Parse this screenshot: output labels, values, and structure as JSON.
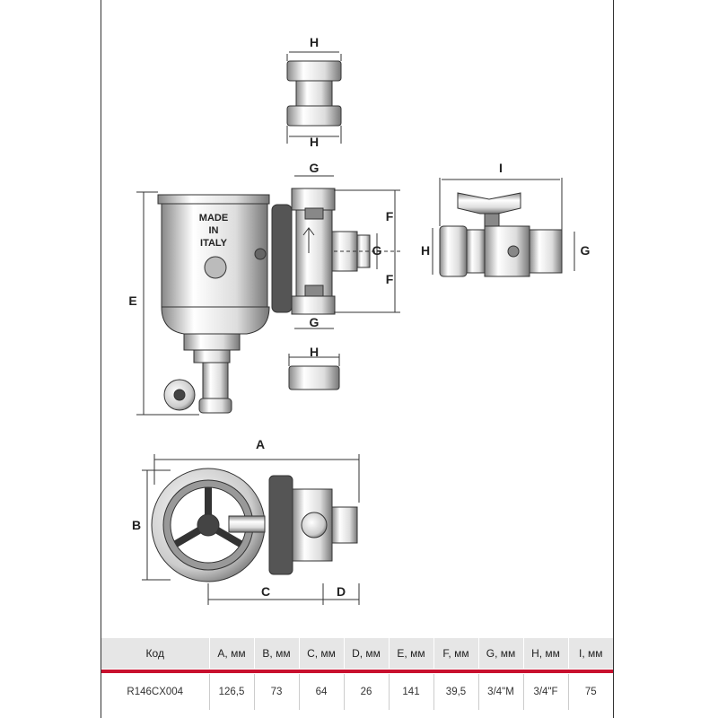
{
  "drawing": {
    "dims": {
      "A": "A",
      "B": "B",
      "C": "C",
      "D": "D",
      "E": "E",
      "F": "F",
      "G": "G",
      "H": "H",
      "I": "I"
    },
    "marking": {
      "line1": "MADE",
      "line2": "IN",
      "line3": "ITALY"
    }
  },
  "table": {
    "headers": [
      "Код",
      "A, мм",
      "B, мм",
      "C, мм",
      "D, мм",
      "E, мм",
      "F, мм",
      "G, мм",
      "H, мм",
      "I, мм"
    ],
    "row": [
      "R146CX004",
      "126,5",
      "73",
      "64",
      "26",
      "141",
      "39,5",
      "3/4\"M",
      "3/4\"F",
      "75"
    ]
  },
  "colors": {
    "accent": "#c8102e",
    "header_bg": "#e6e6e6"
  }
}
